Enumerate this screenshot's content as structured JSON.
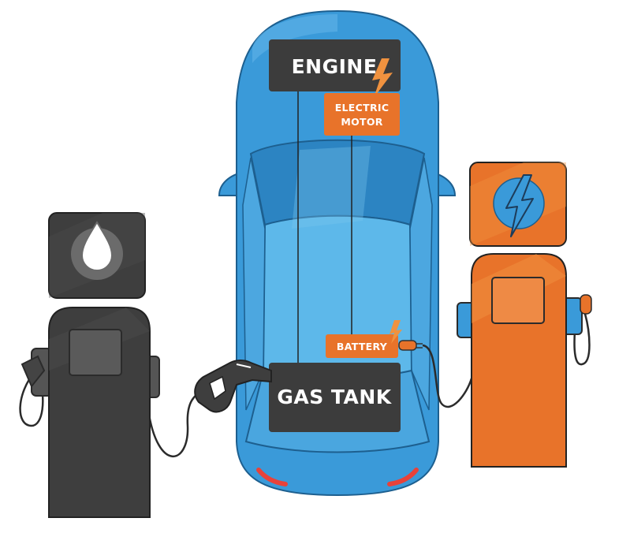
{
  "labels": {
    "engine": "ENGINE",
    "electric_motor_line1": "ELECTRIC",
    "electric_motor_line2": "MOTOR",
    "battery": "BATTERY",
    "gas_tank": "GAS TANK"
  },
  "icons": {
    "gas_pump_symbol": "fuel-drop-icon",
    "electric_pump_symbol": "lightning-bolt-icon"
  },
  "colors": {
    "car_body": "#3a9ad9",
    "car_glass": "#5db8ea",
    "label_box": "#3c3c3c",
    "accent_orange": "#e8732a",
    "gas_pump": "#3e3e3e",
    "electric_pump": "#e8732a",
    "tail_light": "#e8423a"
  }
}
